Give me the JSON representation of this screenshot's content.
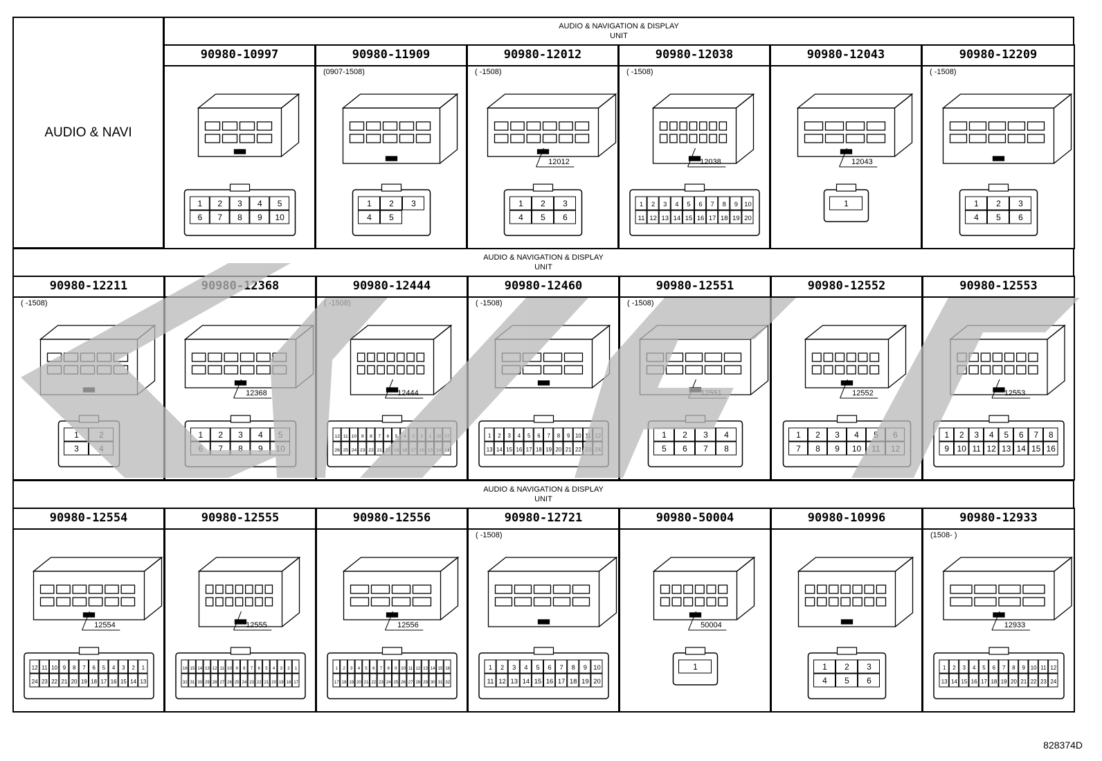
{
  "side_label": "AUDIO & NAVI",
  "bands": [
    {
      "header_line1": "AUDIO & NAVIGATION & DISPLAY",
      "header_line2": "UNIT",
      "cells": [
        {
          "pn": "90980-10997",
          "note": "",
          "tag": "",
          "pins": [
            "1",
            "2",
            "3",
            "4",
            "5",
            "6",
            "7",
            "8",
            "9",
            "10"
          ]
        },
        {
          "pn": "90980-11909",
          "note": "(0907-1508)",
          "tag": "",
          "pins": [
            "1",
            "2",
            "3",
            "4",
            "5"
          ]
        },
        {
          "pn": "90980-12012",
          "note": "(     -1508)",
          "tag": "12012",
          "pins": [
            "1",
            "2",
            "3",
            "4",
            "5",
            "6"
          ]
        },
        {
          "pn": "90980-12038",
          "note": "(     -1508)",
          "tag": "12038",
          "pins": [
            "1",
            "2",
            "3",
            "4",
            "5",
            "6",
            "7",
            "8",
            "9",
            "10",
            "11",
            "12",
            "13",
            "14",
            "15",
            "16",
            "17",
            "18",
            "19",
            "20"
          ]
        },
        {
          "pn": "90980-12043",
          "note": "",
          "tag": "12043",
          "pins": [
            "1"
          ]
        },
        {
          "pn": "90980-12209",
          "note": "(     -1508)",
          "tag": "",
          "pins": [
            "1",
            "2",
            "3",
            "4",
            "5",
            "6"
          ]
        }
      ]
    },
    {
      "header_line1": "AUDIO & NAVIGATION & DISPLAY",
      "header_line2": "UNIT",
      "cells": [
        {
          "pn": "90980-12211",
          "note": "(     -1508)",
          "tag": "",
          "pins": [
            "1",
            "2",
            "3",
            "4"
          ]
        },
        {
          "pn": "90980-12368",
          "note": "",
          "tag": "12368",
          "pins": [
            "1",
            "2",
            "3",
            "4",
            "5",
            "6",
            "7",
            "8",
            "9",
            "10"
          ]
        },
        {
          "pn": "90980-12444",
          "note": "(     -1508)",
          "tag": "12444",
          "pins": [
            "12",
            "11",
            "10",
            "9",
            "8",
            "7",
            "6",
            "5",
            "4",
            "3",
            "2",
            "1",
            "28",
            "27",
            "26",
            "25",
            "24",
            "23",
            "22",
            "21",
            "20",
            "19",
            "18",
            "17",
            "16",
            "15",
            "14",
            "13"
          ]
        },
        {
          "pn": "90980-12460",
          "note": "(     -1508)",
          "tag": "",
          "pins": [
            "1",
            "2",
            "3",
            "4",
            "5",
            "6",
            "7",
            "8",
            "9",
            "10",
            "11",
            "12",
            "13",
            "14",
            "15",
            "16",
            "17",
            "18",
            "19",
            "20",
            "21",
            "22",
            "23",
            "24"
          ]
        },
        {
          "pn": "90980-12551",
          "note": "(     -1508)",
          "tag": "12551",
          "pins": [
            "1",
            "2",
            "3",
            "4",
            "5",
            "6",
            "7",
            "8"
          ]
        },
        {
          "pn": "90980-12552",
          "note": "",
          "tag": "12552",
          "pins": [
            "1",
            "2",
            "3",
            "4",
            "5",
            "6",
            "7",
            "8",
            "9",
            "10",
            "11",
            "12"
          ]
        },
        {
          "pn": "90980-12553",
          "note": "",
          "tag": "12553",
          "pins": [
            "1",
            "2",
            "3",
            "4",
            "5",
            "6",
            "7",
            "8",
            "9",
            "10",
            "11",
            "12",
            "13",
            "14",
            "15",
            "16"
          ]
        }
      ]
    },
    {
      "header_line1": "AUDIO & NAVIGATION & DISPLAY",
      "header_line2": "UNIT",
      "cells": [
        {
          "pn": "90980-12554",
          "note": "",
          "tag": "12554",
          "pins": [
            "12",
            "11",
            "10",
            "9",
            "8",
            "7",
            "6",
            "5",
            "4",
            "3",
            "2",
            "1",
            "24",
            "23",
            "22",
            "21",
            "20",
            "19",
            "18",
            "17",
            "16",
            "15",
            "14",
            "13"
          ]
        },
        {
          "pn": "90980-12555",
          "note": "",
          "tag": "12555",
          "pins": [
            "16",
            "15",
            "14",
            "13",
            "12",
            "11",
            "10",
            "9",
            "8",
            "7",
            "6",
            "5",
            "4",
            "3",
            "2",
            "1",
            "32",
            "31",
            "30",
            "29",
            "28",
            "27",
            "26",
            "25",
            "24",
            "23",
            "22",
            "21",
            "20",
            "19",
            "18",
            "17"
          ]
        },
        {
          "pn": "90980-12556",
          "note": "",
          "tag": "12556",
          "pins": [
            "1",
            "2",
            "3",
            "4",
            "5",
            "6",
            "7",
            "8",
            "9",
            "10",
            "11",
            "12",
            "13",
            "14",
            "15",
            "16",
            "17",
            "18",
            "19",
            "20",
            "21",
            "22",
            "23",
            "24",
            "25",
            "26",
            "27",
            "28",
            "29",
            "30",
            "31",
            "32"
          ]
        },
        {
          "pn": "90980-12721",
          "note": "(     -1508)",
          "tag": "",
          "pins": [
            "1",
            "2",
            "3",
            "4",
            "5",
            "6",
            "7",
            "8",
            "9",
            "10",
            "11",
            "12",
            "13",
            "14",
            "15",
            "16",
            "17",
            "18",
            "19",
            "20"
          ]
        },
        {
          "pn": "90980-50004",
          "note": "",
          "tag": "50004",
          "pins": [
            "1"
          ]
        },
        {
          "pn": "90980-10996",
          "note": "",
          "tag": "",
          "pins": [
            "1",
            "2",
            "3",
            "4",
            "5",
            "6"
          ]
        },
        {
          "pn": "90980-12933",
          "note": "(1508-     )",
          "tag": "12933",
          "pins": [
            "1",
            "2",
            "3",
            "4",
            "5",
            "6",
            "7",
            "8",
            "9",
            "10",
            "11",
            "12",
            "13",
            "14",
            "15",
            "16",
            "17",
            "18",
            "19",
            "20",
            "21",
            "22",
            "23",
            "24"
          ]
        }
      ]
    }
  ],
  "figure_id": "828374D"
}
